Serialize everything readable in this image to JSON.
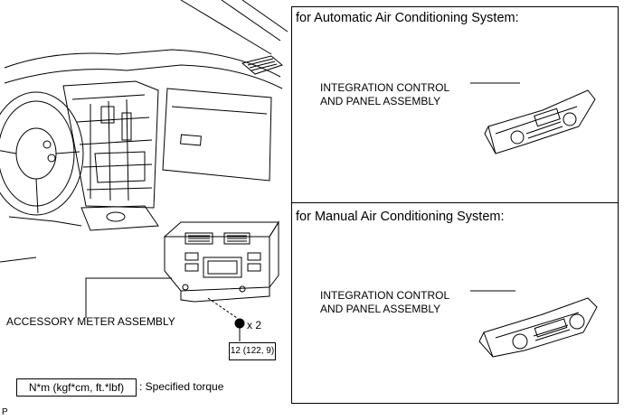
{
  "automatic_panel": {
    "header": "for Automatic Air Conditioning System:",
    "part_label_line1": "INTEGRATION CONTROL",
    "part_label_line2": "AND PANEL ASSEMBLY"
  },
  "manual_panel": {
    "header": "for Manual Air Conditioning System:",
    "part_label_line1": "INTEGRATION CONTROL",
    "part_label_line2": "AND PANEL ASSEMBLY"
  },
  "main_view": {
    "meter_label": "ACCESSORY METER ASSEMBLY",
    "screw_quantity": "x 2",
    "torque_value": "12 (122, 9)"
  },
  "legend": {
    "unit_box": "N*m (kgf*cm, ft.*lbf)",
    "description": ": Specified torque"
  },
  "footer_code": "P"
}
